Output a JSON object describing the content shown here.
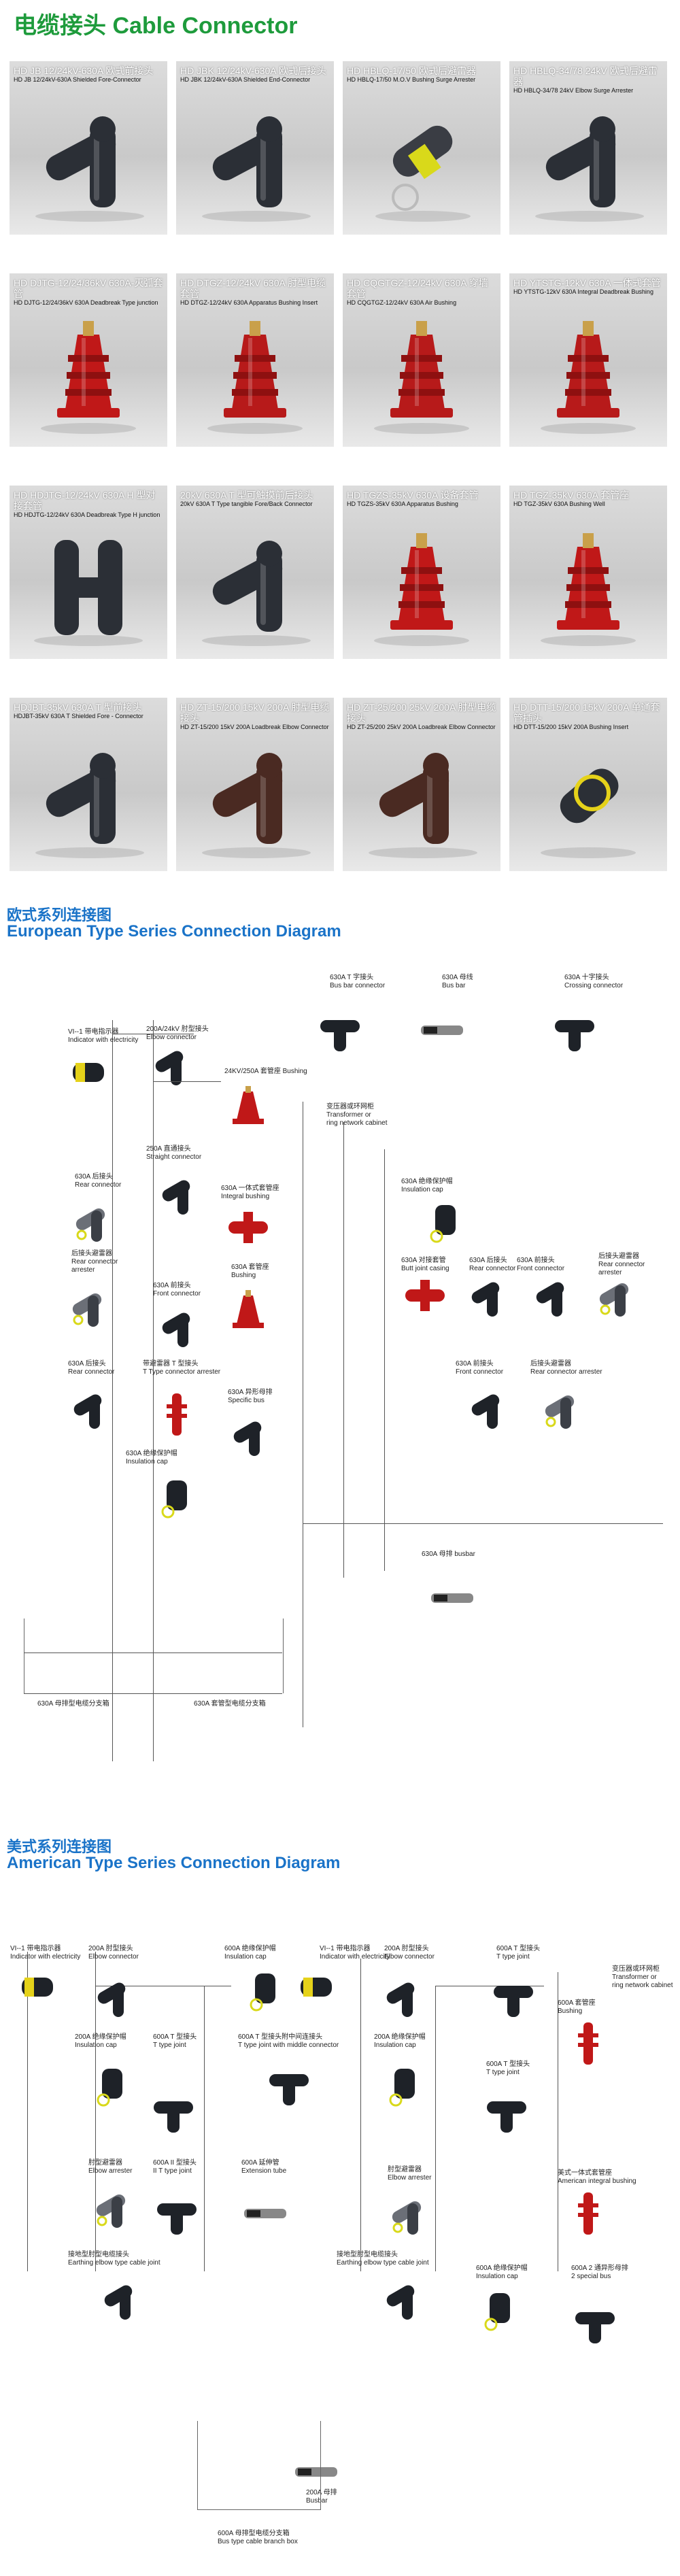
{
  "page_title": "电缆接头 Cable Connector",
  "products": [
    {
      "title": "HD JB 12/24kV-630A 欧式前接头",
      "subtitle": "HD JB 12/24kV-630A Shielded Fore-Connector",
      "color": "#2b2f36"
    },
    {
      "title": "HD JBK 12/24kV-630A 欧式后接头",
      "subtitle": "HD JBK 12/24kV-630A Shielded End-Connector",
      "color": "#2b2f36"
    },
    {
      "title": "HD HBLQ-17/50 欧式后避雷器",
      "subtitle": "HD HBLQ-17/50 M.O.V Bushing Surge Arrester",
      "color": "#3a3d44"
    },
    {
      "title": "HD HBLQ-34/78 24kV 欧式后避雷器",
      "subtitle": "HD HBLQ-34/78 24kV Elbow Surge Arrester",
      "color": "#2b2f36"
    },
    {
      "title": "HD DJTG-12/24/36kV 630A-灭弧套管",
      "subtitle": "HD DJTG-12/24/36kV 630A Deadbreak Type junction",
      "color": "#c01818"
    },
    {
      "title": "HD DTGZ-12/24kV 630A 肘型电缆套管",
      "subtitle": "HD DTGZ-12/24kV 630A Apparatus Bushing Insert",
      "color": "#b71a1a"
    },
    {
      "title": "HD CQGTGZ-12/24kV 630A 穿墙套管",
      "subtitle": "HD CQGTGZ-12/24kV 630A Air Bushing",
      "color": "#b71a1a"
    },
    {
      "title": "HD YTSTG-12kV 630A 一体式套管",
      "subtitle": "HD YTSTG-12kV 630A Integral Deadbreak Bushing",
      "color": "#b71a1a"
    },
    {
      "title": "HD HDJTG-12/24kV 630A H 型对接套管",
      "subtitle": "HD HDJTG-12/24kV 630A Deadbreak Type H junction",
      "color": "#2b2f36"
    },
    {
      "title": "20kV 630A T 型可触摸前后接头",
      "subtitle": "20kV 630A T Type tangible Fore/Back Connector",
      "color": "#2b2f36"
    },
    {
      "title": "HD TGZS-35kV 630A 设备套管",
      "subtitle": "HD TGZS-35kV 630A Apparatus Bushing",
      "color": "#c01818"
    },
    {
      "title": "HD TGZ-35kV 630A 套管座",
      "subtitle": "HD TGZ-35kV 630A Bushing Well",
      "color": "#c01818"
    },
    {
      "title": "HDJBT-35kV 630A T 型前接头",
      "subtitle": "HDJBT-35kV 630A T Shielded Fore - Connector",
      "color": "#2b2f36"
    },
    {
      "title": "HD ZT-15/200 15kV 200A 肘型电缆接头",
      "subtitle": "HD ZT-15/200 15kV 200A Loadbreak Elbow Connector",
      "color": "#4a2a22"
    },
    {
      "title": "HD ZT-25/200 25kV 200A 肘型电缆接头",
      "subtitle": "HD ZT-25/200 25kV 200A Loadbreak Elbow Connector",
      "color": "#4a2a22"
    },
    {
      "title": "HD DTT-15/200 15kV 200A 单通套管插头",
      "subtitle": "HD DTT-15/200 15kV 200A Bushing Insert",
      "color": "#2b2f36"
    }
  ],
  "european": {
    "title_cn": "欧式系列连接图",
    "title_en": "European Type Series Connection Diagram",
    "labels": {
      "indicator": "VI--1 带电指示器\nIndicator with electricity",
      "elbow": "200A/24kV 肘型接头\nElbow connector",
      "bushing": "24KV/250A 套管座 Bushing",
      "straight": "250A 直通接头\nStraight connector",
      "rear1": "630A 后接头\nRear connector",
      "integral": "630A 一体式套管座\nIntegral bushing",
      "rear_arrester": "后接头避雷器\nRear connector\narrester",
      "front": "630A 前接头\nFront connector",
      "bushing630": "630A 套管座\nBushing",
      "rear2": "630A 后接头\nRear connector",
      "t_arrester": "带避雷器 T 型接头\nT Type connector arrester",
      "specific_bus": "630A 异形母排\nSpecific bus",
      "insulation_cap": "630A 绝缘保护帽\nInsulation   cap",
      "bus_bar_conn": "630A T 字接头\nBus bar connector",
      "bus_bar": "630A 母线\nBus bar",
      "crossing": "630A 十字接头\nCrossing connector",
      "transformer": "变压器或环网柜\nTransformer or\nring network cabinet",
      "insulation_cap2": "630A 绝缘保护帽\nInsulation  cap",
      "butt_joint": "630A 对接套管\nButt joint casing",
      "rear3": "630A 后接头\nRear connector",
      "front2": "630A 前接头\nFront connector",
      "rear_arr2": "后接头避雷器\nRear connector\narrester",
      "front3": "630A 前接头\nFront connector",
      "rear_arr3": "后接头避雷器\nRear connector arrester",
      "busbar": "630A 母排 busbar",
      "branch1": "630A 母排型电缆分支箱",
      "branch2": "630A 套管型电缆分支箱"
    }
  },
  "american": {
    "title_cn": "美式系列连接图",
    "title_en": "American Type Series Connection Diagram",
    "labels": {
      "indicator1": "VI--1 带电指示器\nIndicator with electricity",
      "elbow1": "200A 肘型接头\nElbow connector",
      "cap600": "600A 绝缘保护帽\nInsulation   cap",
      "indicator2": "VI--1 带电指示器\nIndicator with electricity",
      "elbow2": "200A 肘型接头\nElbow connector",
      "tjoint1": "600A T 型接头\nT type joint",
      "bushing600": "600A 套管座\nBushing",
      "transformer": "变压器或环网柜\nTransformer or\nring network cabinet",
      "cap200a": "200A 绝缘保护帽\nInsulation   cap",
      "tjoint2": "600A T 型接头\nT type joint",
      "tjoint_mid": "600A T 型接头附中间连接头\nT type joint with middle connector",
      "cap200b": "200A 绝缘保护帽\nInsulation   cap",
      "tjoint3": "600A T 型接头\nT type joint",
      "elbow_arr1": "肘型避雷器\nElbow arrester",
      "ii_tjoint": "600A II 型接头\nII T type joint",
      "ext_tube": "600A 延伸管\nExtension tube",
      "elbow_arr2": "肘型避雷器\nElbow arrester",
      "american_bushing": "美式一体式套管座\nAmerican integral bushing",
      "earth1": "接地型肘型电缆接头\nEarthing elbow type cable joint",
      "earth2": "接地型肘型电缆接头\nEarthing elbow type cable joint",
      "cap600b": "600A 绝缘保护帽\nInsulation  cap",
      "special_bus": "600A 2 通异形母排\n2 special bus",
      "busbar200": "200A 母排\nBusbar",
      "branch": "600A 母排型电缆分支箱\nBus type cable branch box"
    }
  }
}
